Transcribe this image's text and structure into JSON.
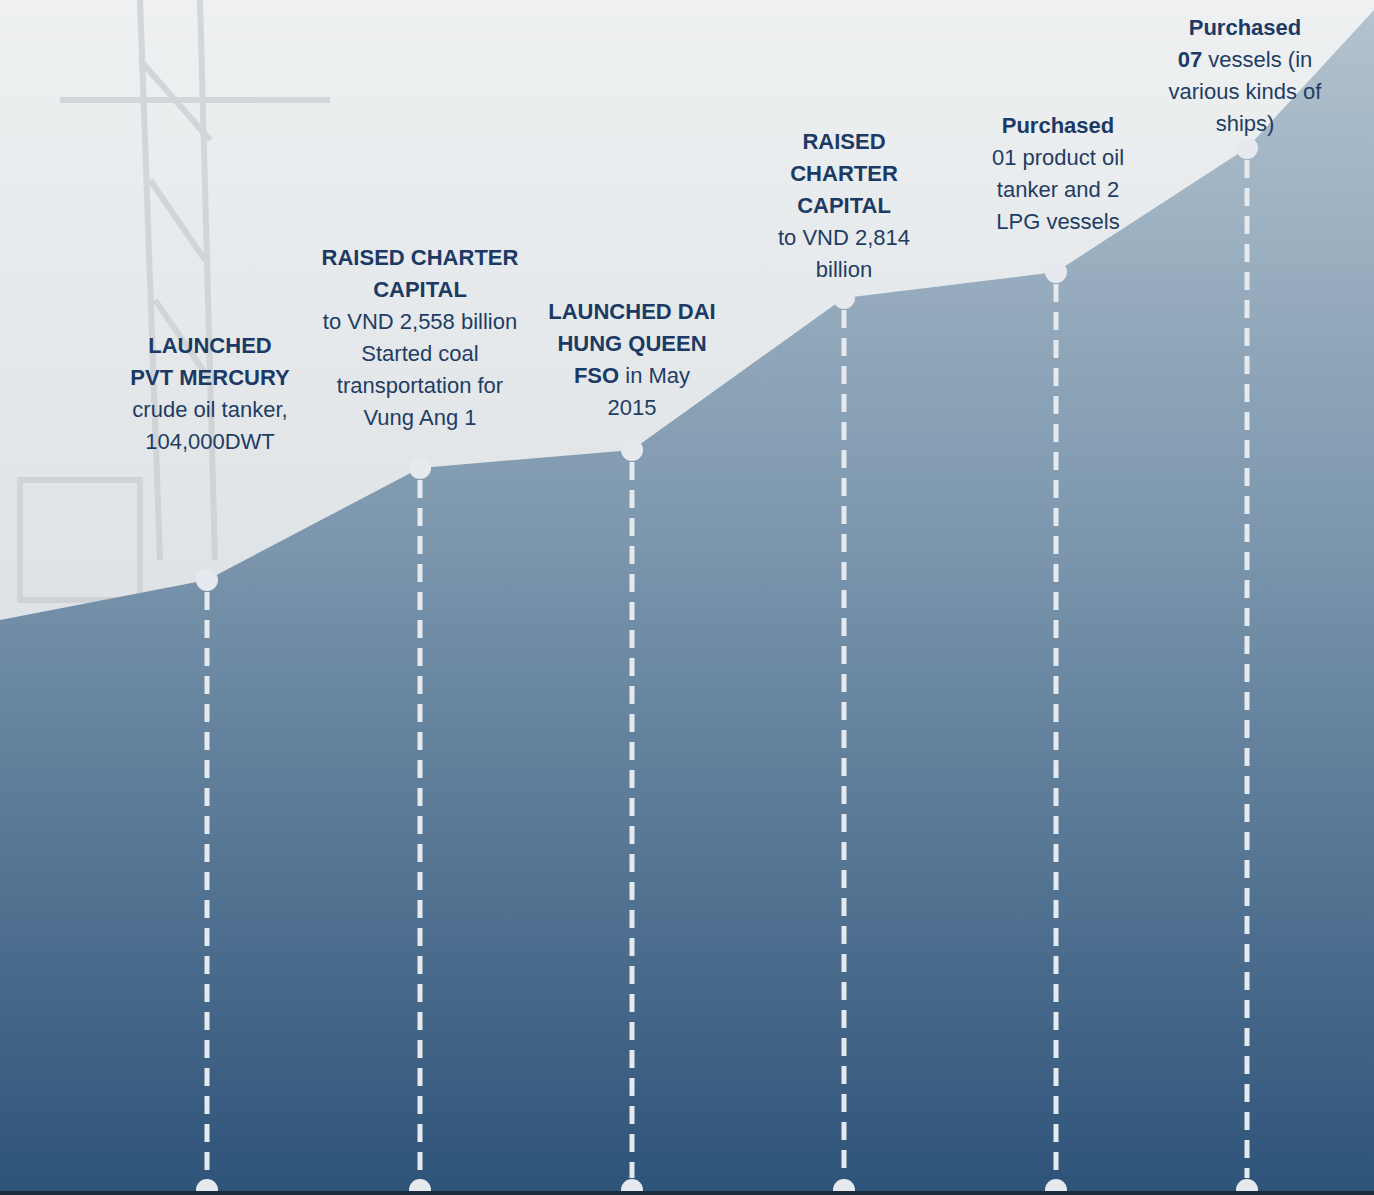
{
  "diagram": {
    "labels": [
      "LAUNCHED PVT MERCURY",
      "crude oil tanker, 104,000DWT",
      "RAISED CHARTER CAPITAL",
      "to VND 2,558 billion",
      "Started coal transportation for Vung Ang 1",
      "LAUNCHED DAI HUNG QUEEN FSO",
      "in May 2015",
      "RAISED CHARTER CAPITAL",
      "to VND 2,814 billion",
      "Purchased",
      "01 product oil tanker and 2 LPG vessels",
      "Purchased",
      "07",
      "vessels (in various kinds of ships)"
    ]
  }
}
